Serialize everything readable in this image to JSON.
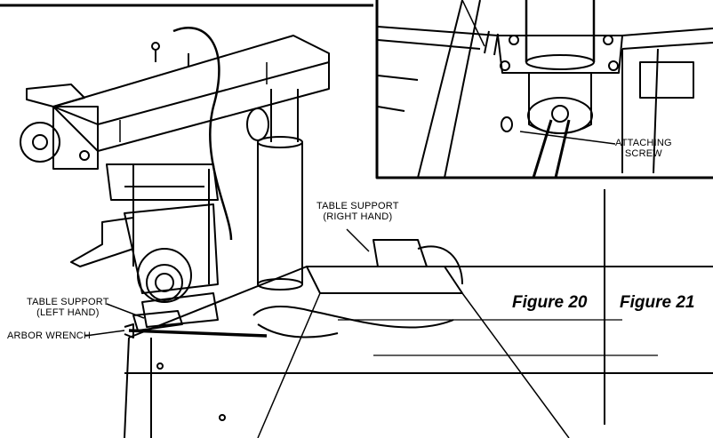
{
  "labels": {
    "table_support_right": [
      "TABLE SUPPORT",
      "(RIGHT HAND)"
    ],
    "table_support_left": [
      "TABLE SUPPORT",
      "(LEFT HAND)"
    ],
    "arbor_wrench": "ARBOR WRENCH",
    "attaching_screw": [
      "ATTACHING",
      "SCREW"
    ]
  },
  "captions": {
    "figure_20": "Figure 20",
    "figure_21": "Figure 21"
  }
}
